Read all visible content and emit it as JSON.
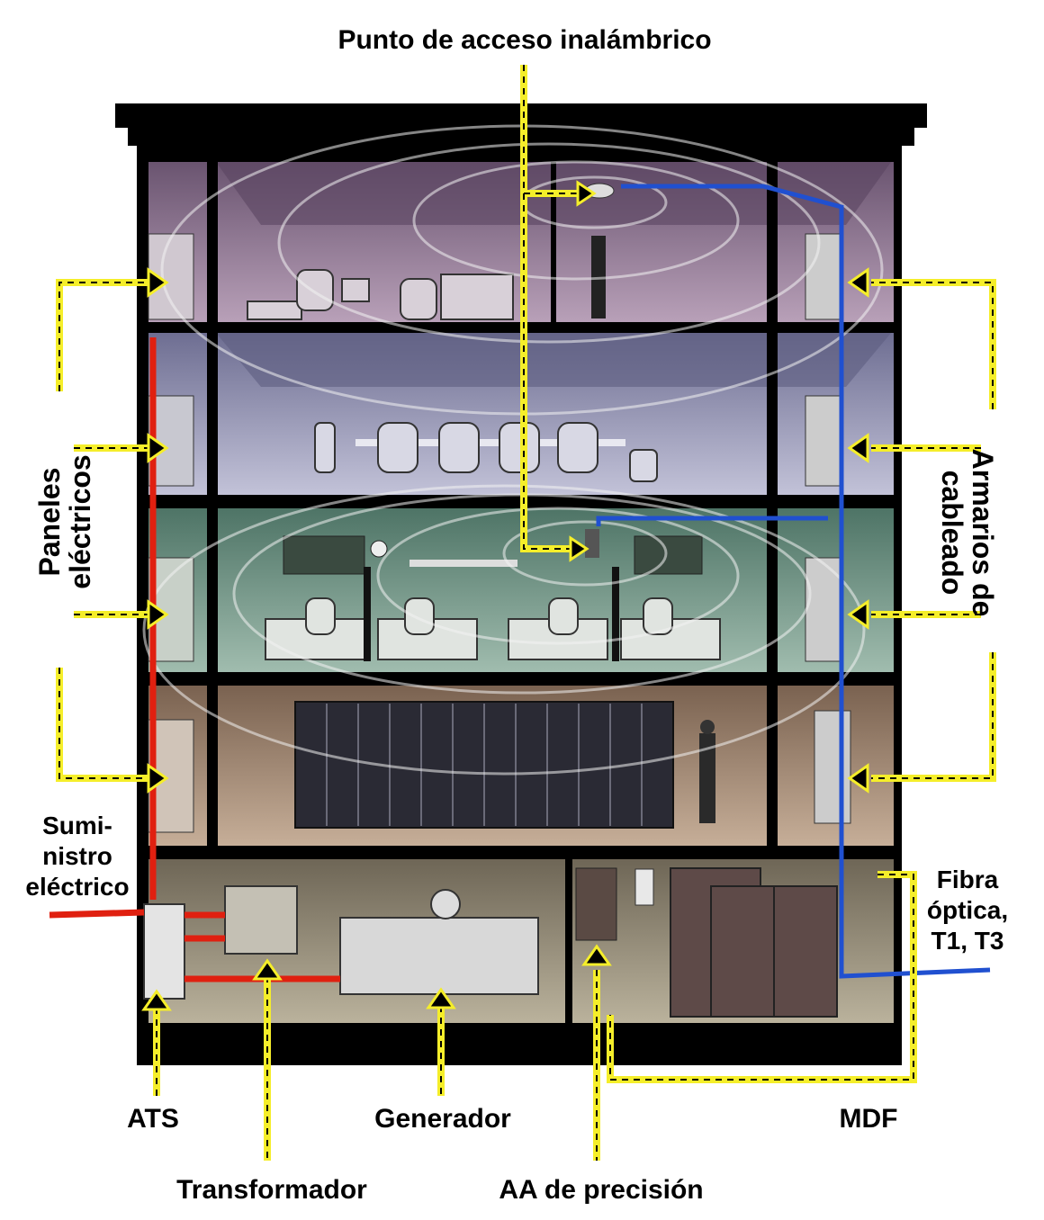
{
  "labels": {
    "wireless_ap": "Punto de acceso inalámbrico",
    "electrical_panels": [
      "Paneles",
      "eléctricos"
    ],
    "wiring_closets": [
      "Armarios de",
      "cableado"
    ],
    "power_supply": [
      "Sumi-",
      "nistro",
      "eléctrico"
    ],
    "fiber": [
      "Fibra",
      "óptica,",
      "T1, T3"
    ],
    "ats": "ATS",
    "transformer": "Transformador",
    "generator": "Generador",
    "precision_ac": "AA de precisión",
    "mdf": "MDF"
  },
  "colors": {
    "callout_line": "#f5ee2a",
    "power_cable": "#e02010",
    "data_cable": "#2050d0",
    "floor_office": "#8a7088",
    "floor_meeting": "#8a8aa8",
    "floor_workspace": "#6e9280",
    "floor_datacenter": "#9a7e68",
    "floor_basement": "#8a8270"
  }
}
